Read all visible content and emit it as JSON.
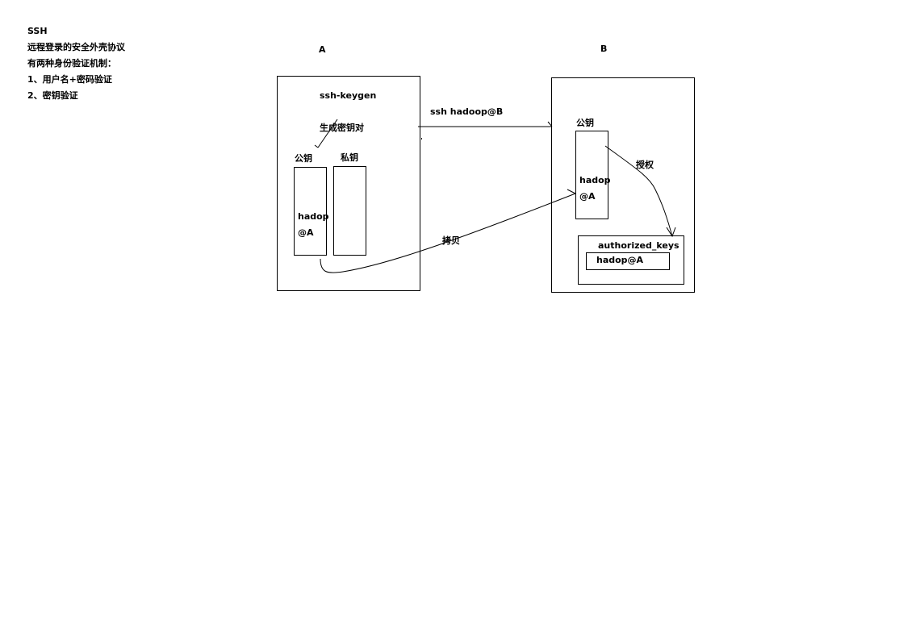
{
  "notes": {
    "title": "SSH",
    "line1": "远程登录的安全外壳协议",
    "line2": "有两种身份验证机制：",
    "line3": "1、用户名+密码验证",
    "line4": "2、密钥验证"
  },
  "host_a": {
    "label": "A",
    "command": "ssh-keygen",
    "action": "生成密钥对",
    "public_key_label": "公钥",
    "private_key_label": "私钥",
    "public_key_line1": "hadop",
    "public_key_line2": "@A"
  },
  "host_b": {
    "label": "B",
    "public_key_label": "公钥",
    "public_key_line1": "hadop",
    "public_key_line2": "@A",
    "authorize_label": "授权",
    "authorized_keys_label": "authorized_keys",
    "authorized_entry": "hadop@A"
  },
  "connections": {
    "ssh_command": "ssh hadoop@B",
    "copy_label": "拷贝"
  }
}
